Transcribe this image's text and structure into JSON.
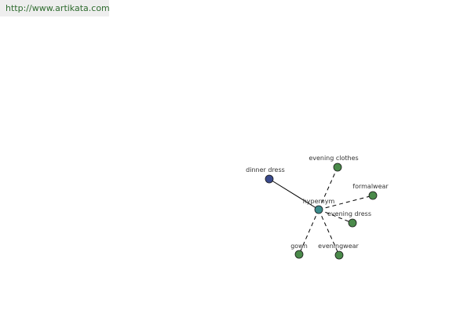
{
  "source_url": "http://www.artikata.com",
  "graph": {
    "center": {
      "id": "hypernym",
      "label": "hypernym",
      "color": "#3a8a8a"
    },
    "nodes": [
      {
        "id": "dinner-dress",
        "label": "dinner dress",
        "color": "#3a4a8c",
        "edge": "solid"
      },
      {
        "id": "evening-clothes",
        "label": "evening clothes",
        "color": "#4a8a4a",
        "edge": "dashed"
      },
      {
        "id": "formalwear",
        "label": "formalwear",
        "color": "#4a8a4a",
        "edge": "dashed"
      },
      {
        "id": "evening-dress",
        "label": "evening dress",
        "color": "#4a8a4a",
        "edge": "dashed"
      },
      {
        "id": "gown",
        "label": "gown",
        "color": "#4a8a4a",
        "edge": "dashed"
      },
      {
        "id": "eveningwear",
        "label": "eveningwear",
        "color": "#4a8a4a",
        "edge": "dashed"
      }
    ]
  }
}
